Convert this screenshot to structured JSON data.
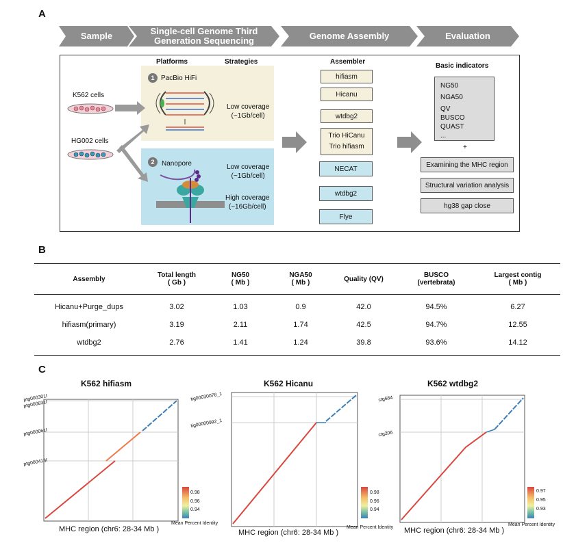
{
  "panel_labels": {
    "a": "A",
    "b": "B",
    "c": "C"
  },
  "pipeline": [
    {
      "label": "Sample"
    },
    {
      "label": "Single-cell Genome Third Generation Sequencing",
      "line1": "Single-cell Genome Third",
      "line2": "Generation Sequencing"
    },
    {
      "label": "Genome Assembly"
    },
    {
      "label": "Evaluation"
    }
  ],
  "colors": {
    "chevron": "#8e8e8e",
    "yellow_box": "#f4f0dc",
    "blue_box": "#bfe3ee",
    "gray_box": "#dcdcdc",
    "dotplot_red": "#d9473f",
    "dotplot_blue": "#3c7fb8"
  },
  "panel_a": {
    "platforms_header": "Platforms",
    "strategies_header": "Strategies",
    "assembler_header": "Assembler",
    "basic_indicators_header": "Basic indicators",
    "samples": [
      "K562 cells",
      "HG002 cells"
    ],
    "platform1": {
      "number": "1",
      "name": "PacBio HiFi",
      "strategy_line1": "Low coverage",
      "strategy_line2": "(~1Gb/cell)"
    },
    "platform2": {
      "number": "2",
      "name": "Nanopore",
      "strategy1_line1": "Low coverage",
      "strategy1_line2": "(~1Gb/cell)",
      "strategy2_line1": "High coverage",
      "strategy2_line2": "(~16Gb/cell)"
    },
    "assemblers_hifi": [
      "hifiasm",
      "Hicanu",
      "wtdbg2"
    ],
    "assemblers_trio": [
      "Trio HiCanu",
      "Trio hifiasm"
    ],
    "assemblers_ont": [
      "NECAT",
      "wtdbg2",
      "Flye"
    ],
    "indicators": [
      "NG50",
      "NGA50",
      "QV",
      "BUSCO",
      "QUAST",
      "..."
    ],
    "plus": "+",
    "analyses": [
      "Examining the MHC region",
      "Structural variation analysis",
      "hg38 gap close"
    ]
  },
  "table": {
    "headers": [
      {
        "l1": "Assembly",
        "l2": ""
      },
      {
        "l1": "Total length",
        "l2": "( Gb )"
      },
      {
        "l1": "NG50",
        "l2": "( Mb )"
      },
      {
        "l1": "NGA50",
        "l2": "( Mb )"
      },
      {
        "l1": "Quality (QV)",
        "l2": ""
      },
      {
        "l1": "BUSCO",
        "l2": "(vertebrata)"
      },
      {
        "l1": "Largest contig",
        "l2": "( Mb )"
      }
    ],
    "rows": [
      [
        "Hicanu+Purge_dups",
        "3.02",
        "1.03",
        "0.9",
        "42.0",
        "94.5%",
        "6.27"
      ],
      [
        "hifiasm(primary)",
        "3.19",
        "2.11",
        "1.74",
        "42.5",
        "94.7%",
        "12.55"
      ],
      [
        "wtdbg2",
        "2.76",
        "1.41",
        "1.24",
        "39.8",
        "93.6%",
        "14.12"
      ]
    ]
  },
  "chart_data": [
    {
      "type": "scatter",
      "title": "K562  hifiasm",
      "xlabel": "MHC region (chr6: 28-34 Mb )",
      "y_tick_labels": [
        "ptg000301l",
        "ptg000831l",
        "ptg000061l",
        "ptg000413l"
      ],
      "colorbar_label": "Mean Percent Identity",
      "colorbar_ticks": [
        "0.98",
        "0.96",
        "0.94"
      ]
    },
    {
      "type": "scatter",
      "title": "K562  Hicanu",
      "xlabel": "MHC region (chr6: 28-34 Mb )",
      "y_tick_labels": [
        "tig00030078_1",
        "tig00000992_1"
      ],
      "colorbar_label": "Mean Percent Identity",
      "colorbar_ticks": [
        "0.98",
        "0.96",
        "0.94"
      ]
    },
    {
      "type": "scatter",
      "title": "K562  wtdbg2",
      "xlabel": "MHC region (chr6: 28-34 Mb )",
      "y_tick_labels": [
        "ctg684",
        "ctg206"
      ],
      "colorbar_label": "Mean Percent Identity",
      "colorbar_ticks": [
        "0.97",
        "0.95",
        "0.93"
      ]
    }
  ]
}
